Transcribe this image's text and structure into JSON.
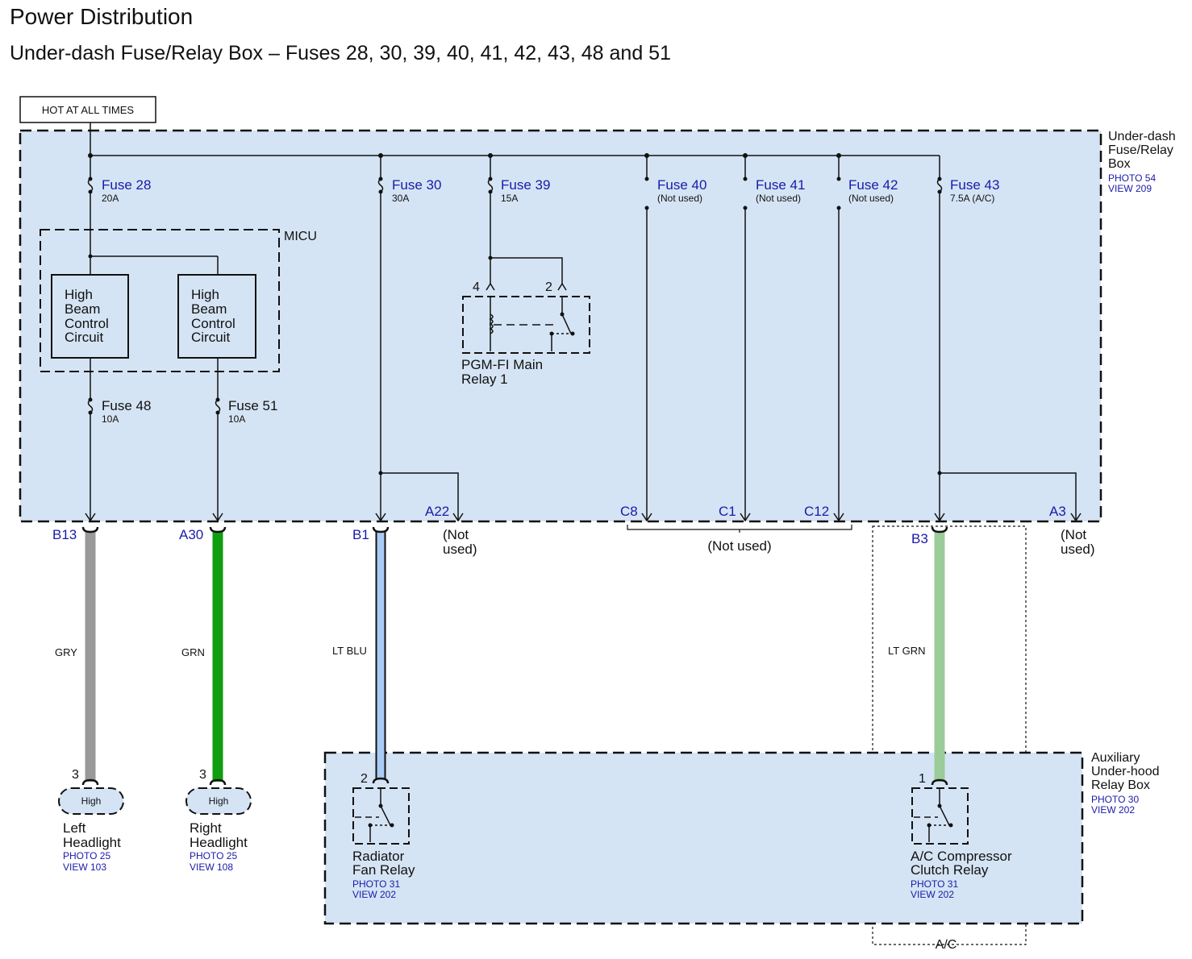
{
  "title": "Power Distribution",
  "subtitle": "Under-dash Fuse/Relay Box – Fuses 28, 30, 39, 40, 41, 42, 43, 48 and 51",
  "hot_label": "HOT AT ALL TIMES",
  "colors": {
    "box_fill": "#d5e4f4",
    "fuse_blue": "#1a1aa8",
    "wire_gry": "#999999",
    "wire_grn": "#109e10",
    "wire_ltblu": "#a9ccf5",
    "wire_ltgrn": "#99cc99"
  },
  "underdash_box": {
    "l1": "Under-dash",
    "l2": "Fuse/Relay",
    "l3": "Box",
    "photo": "PHOTO 54",
    "view": "VIEW 209"
  },
  "fuses": {
    "f28": {
      "name": "Fuse 28",
      "rating": "20A"
    },
    "f30": {
      "name": "Fuse 30",
      "rating": "30A"
    },
    "f39": {
      "name": "Fuse 39",
      "rating": "15A"
    },
    "f40": {
      "name": "Fuse 40",
      "rating": "(Not used)"
    },
    "f41": {
      "name": "Fuse 41",
      "rating": "(Not used)"
    },
    "f42": {
      "name": "Fuse 42",
      "rating": "(Not used)"
    },
    "f43": {
      "name": "Fuse 43",
      "rating": "7.5A (A/C)"
    },
    "f48": {
      "name": "Fuse 48",
      "rating": "10A"
    },
    "f51": {
      "name": "Fuse 51",
      "rating": "10A"
    }
  },
  "micu": {
    "label": "MICU",
    "circuit_lines": [
      "High",
      "Beam",
      "Control",
      "Circuit"
    ]
  },
  "pgm_relay": {
    "pin4": "4",
    "pin2": "2",
    "l1": "PGM-FI Main",
    "l2": "Relay 1"
  },
  "terminals": {
    "a22": "A22",
    "c8": "C8",
    "c1": "C1",
    "c12": "C12",
    "a3": "A3",
    "b13": "B13",
    "a30": "A30",
    "b1": "B1",
    "b3": "B3"
  },
  "not_used": {
    "l1": "(Not",
    "l2": "used)",
    "group": "(Not used)"
  },
  "wires": {
    "gry": "GRY",
    "grn": "GRN",
    "ltblu": "LT BLU",
    "ltgrn": "LT GRN"
  },
  "left_headlight": {
    "pin": "3",
    "bulb": "High",
    "l1": "Left",
    "l2": "Headlight",
    "photo": "PHOTO 25",
    "view": "VIEW 103"
  },
  "right_headlight": {
    "pin": "3",
    "bulb": "High",
    "l1": "Right",
    "l2": "Headlight",
    "photo": "PHOTO 25",
    "view": "VIEW 108"
  },
  "aux_box": {
    "l1": "Auxiliary",
    "l2": "Under-hood",
    "l3": "Relay Box",
    "photo": "PHOTO 30",
    "view": "VIEW 202"
  },
  "radiator_relay": {
    "pin": "2",
    "l1": "Radiator",
    "l2": "Fan Relay",
    "photo": "PHOTO 31",
    "view": "VIEW 202"
  },
  "ac_relay": {
    "pin": "1",
    "l1": "A/C Compressor",
    "l2": "Clutch Relay",
    "photo": "PHOTO 31",
    "view": "VIEW 202"
  },
  "ac_label": "A/C"
}
